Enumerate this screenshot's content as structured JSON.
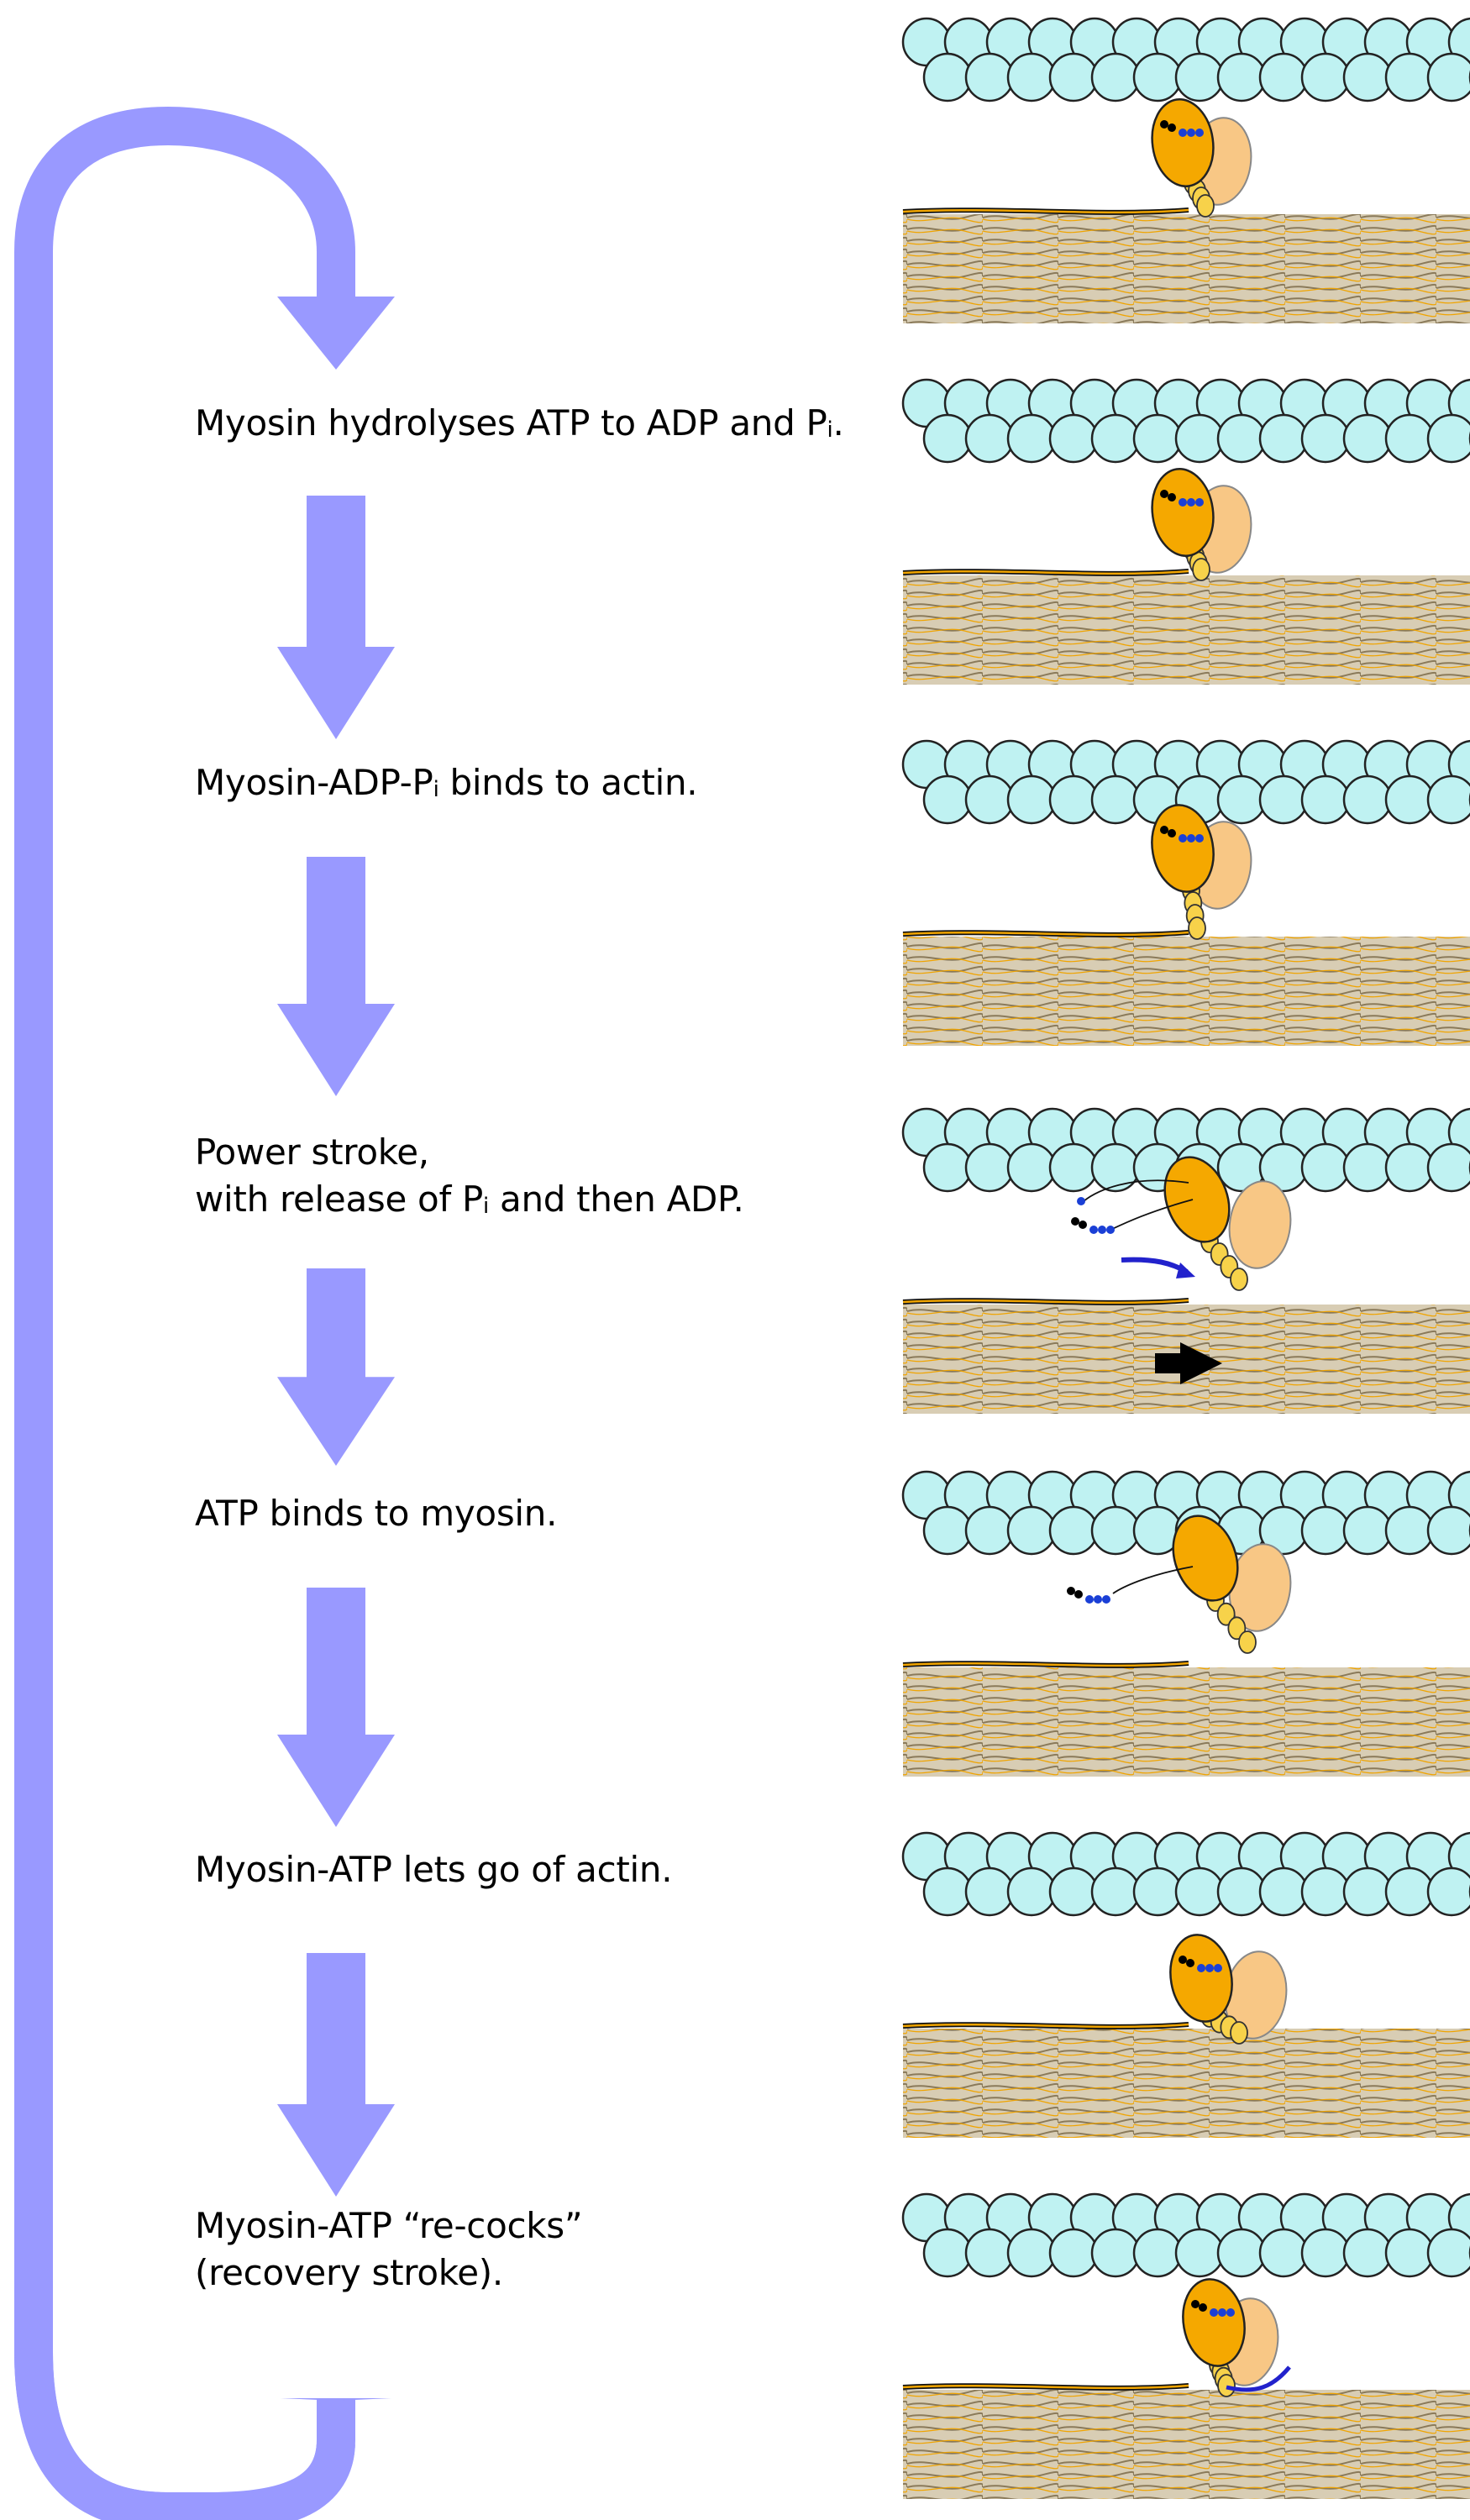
{
  "steps": [
    {
      "id": "hydrolysis",
      "lines": [
        "Myosin hydrolyses ATP to ADP and P",
        "."
      ],
      "sub": "i",
      "head": {
        "state": "detached",
        "nucleotide": "ATP",
        "pi_bound": true
      }
    },
    {
      "id": "binding",
      "lines": [
        "Myosin-ADP-P",
        " binds to actin."
      ],
      "sub": "i",
      "head": {
        "state": "bound-prestroke",
        "nucleotide": "ADP+Pi"
      }
    },
    {
      "id": "power-stroke",
      "lines": [
        "Power stroke,",
        "with release of P",
        " and then ADP."
      ],
      "sub": "i",
      "head": {
        "state": "bound-poststroke",
        "release": "Pi+ADP",
        "filament_motion": "right"
      }
    },
    {
      "id": "atp-binding",
      "lines": [
        "ATP binds to myosin."
      ],
      "head": {
        "state": "bound-poststroke",
        "nucleotide": "ATP-incoming"
      }
    },
    {
      "id": "release",
      "lines": [
        "Myosin-ATP lets go of actin."
      ],
      "head": {
        "state": "detached-poststroke",
        "nucleotide": "ATP"
      }
    },
    {
      "id": "recovery",
      "lines": [
        "Myosin-ATP “re-cocks”",
        "(recovery stroke)."
      ],
      "head": {
        "state": "recocking",
        "nucleotide": "ATP"
      }
    }
  ],
  "panels": [
    {
      "stage": "pre-hydrolysis"
    },
    {
      "stage": "hydrolysis"
    },
    {
      "stage": "binding"
    },
    {
      "stage": "power-stroke"
    },
    {
      "stage": "atp-binding"
    },
    {
      "stage": "release"
    },
    {
      "stage": "recovery"
    }
  ],
  "colors": {
    "cycle_arrow": "#9999ff",
    "actin_fill": "#bff2f2",
    "actin_stroke": "#222222",
    "myosin_head": "#f5a800",
    "myosin_lever": "#f7d24a",
    "ghost_head": "#f8c785",
    "thick_filament": "#c9b99a",
    "adp_black": "#000000",
    "phosphate_blue": "#1a3fd6",
    "stroke_arrow": "#2222cc"
  }
}
